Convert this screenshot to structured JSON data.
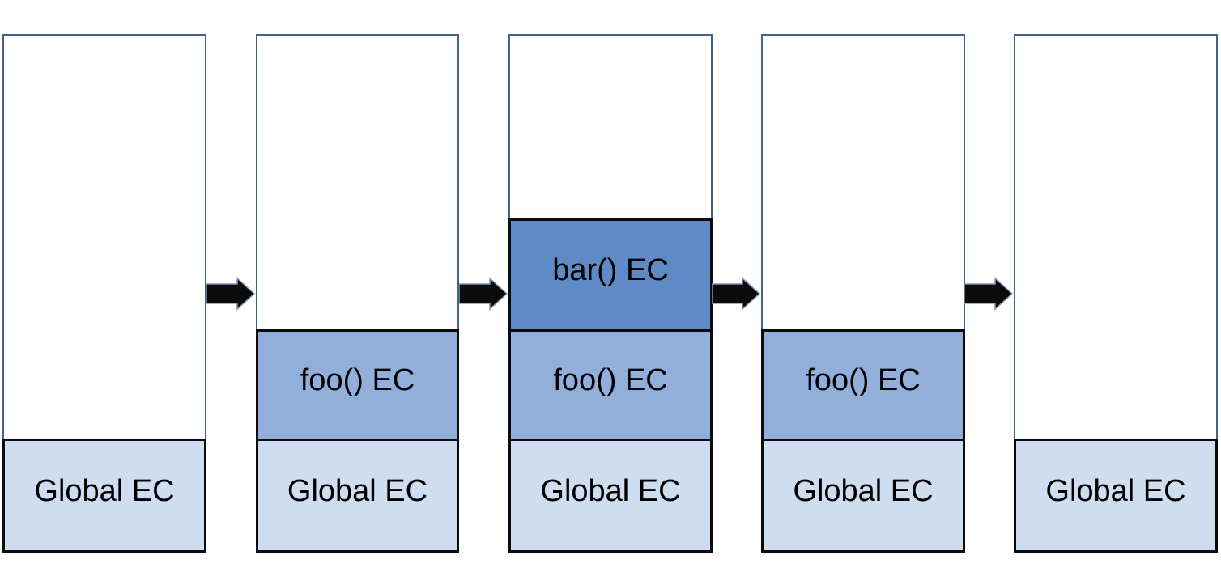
{
  "diagram": {
    "colors": {
      "container_border": "#44618E",
      "block_border": "#0b0b0b",
      "global_fill": "#CFDDF0",
      "foo_fill": "#92AFDC",
      "bar_fill": "#5E8AC6",
      "arrow_fill": "#0b0b0b",
      "arrow_outline": "#8096B5",
      "text": "#000000"
    },
    "stacks": [
      {
        "blocks": [
          {
            "kind": "global",
            "label": "Global EC"
          }
        ]
      },
      {
        "blocks": [
          {
            "kind": "foo",
            "label": "foo() EC"
          },
          {
            "kind": "global",
            "label": "Global EC"
          }
        ]
      },
      {
        "blocks": [
          {
            "kind": "bar",
            "label": "bar() EC"
          },
          {
            "kind": "foo",
            "label": "foo() EC"
          },
          {
            "kind": "global",
            "label": "Global EC"
          }
        ]
      },
      {
        "blocks": [
          {
            "kind": "foo",
            "label": "foo() EC"
          },
          {
            "kind": "global",
            "label": "Global EC"
          }
        ]
      },
      {
        "blocks": [
          {
            "kind": "global",
            "label": "Global EC"
          }
        ]
      }
    ],
    "arrows": [
      {
        "icon": "right-arrow-icon"
      },
      {
        "icon": "right-arrow-icon"
      },
      {
        "icon": "right-arrow-icon"
      },
      {
        "icon": "right-arrow-icon"
      }
    ]
  }
}
